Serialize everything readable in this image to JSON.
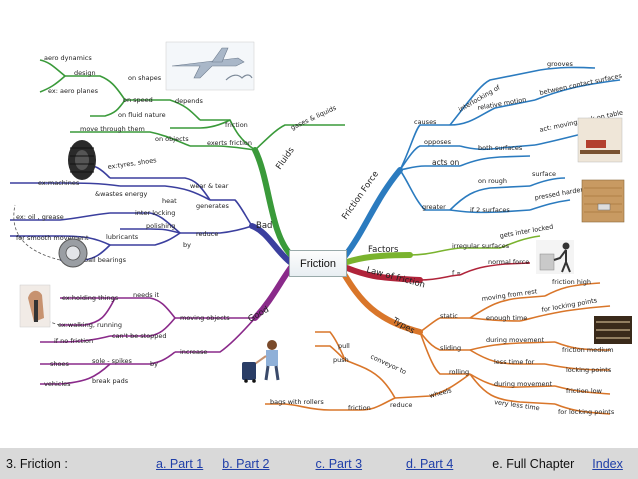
{
  "center": "Friction",
  "branches": {
    "fluids": {
      "label": "Fluids",
      "color": "#3a9a3a",
      "nodes": [
        "aero dynamics",
        "design",
        "on shapes",
        "ex: aero planes",
        "on speed",
        "depends",
        "on fluid nature",
        "friction",
        "move through them",
        "on objects",
        "exerts friction",
        "gases & liquids"
      ]
    },
    "bad": {
      "label": "Bad",
      "color": "#3b3f9e",
      "nodes": [
        "ex:tyres, shoes",
        "wear & tear",
        "ex:machines",
        "&wastes energy",
        "heat",
        "generates",
        "inter locking",
        "polishing",
        "reduce",
        "ex: oil , grease",
        "lubricants",
        "for smooth movement",
        "by",
        "ball bearings"
      ]
    },
    "good": {
      "label": "Good",
      "color": "#8a2a8a",
      "nodes": [
        "ex:holding things",
        "needs it",
        "ex:walking, running",
        "moving objects",
        "if no friction",
        "can't be stopped",
        "increase",
        "shoes",
        "sole - spikes",
        "by",
        "vehicles",
        "break pads"
      ]
    },
    "friction_force": {
      "label": "Friction Force",
      "color": "#2b7bbf",
      "nodes": [
        "grooves",
        "interlocking of",
        "causes",
        "between contact surfaces",
        "relative motion",
        "opposes",
        "act: moving book on table",
        "both surfaces",
        "acts on",
        "surface",
        "on rough",
        "pressed harder",
        "greater",
        "if 2 surfaces"
      ]
    },
    "factors": {
      "label": "Factors",
      "color": "#7ab32e",
      "nodes": [
        "gets inter locked",
        "irregular surfaces"
      ]
    },
    "law": {
      "label": "Law of friction",
      "color": "#b0243a",
      "nodes": [
        "normal force",
        "f ∝"
      ]
    },
    "types": {
      "label": "Types",
      "color": "#d9762a",
      "nodes": [
        "friction high",
        "moving from rest",
        "for locking points",
        "static",
        "enough time",
        "during movement",
        "friction medium",
        "sliding",
        "less time for",
        "locking points",
        "rolling",
        "during movement",
        "friction low",
        "very less time",
        "for locking points",
        "pull",
        "push",
        "conveyor to",
        "wheels",
        "bags with rollers",
        "friction",
        "reduce"
      ]
    }
  },
  "icons": [
    "airplane-icon",
    "bird-icon",
    "tyre-icon",
    "ball-bearing-icon",
    "hand-grip-icon",
    "child-pulling-bag-icon",
    "book-on-table-icon",
    "wood-surface-icon",
    "wood-plank-icon",
    "person-pushing-box-icon",
    "rough-surface-icon"
  ],
  "footer": {
    "title": "3. Friction :",
    "links": [
      "a. Part 1",
      "b. Part 2",
      "c. Part 3",
      "d. Part 4"
    ],
    "full": "e. Full Chapter",
    "index": "Index"
  }
}
